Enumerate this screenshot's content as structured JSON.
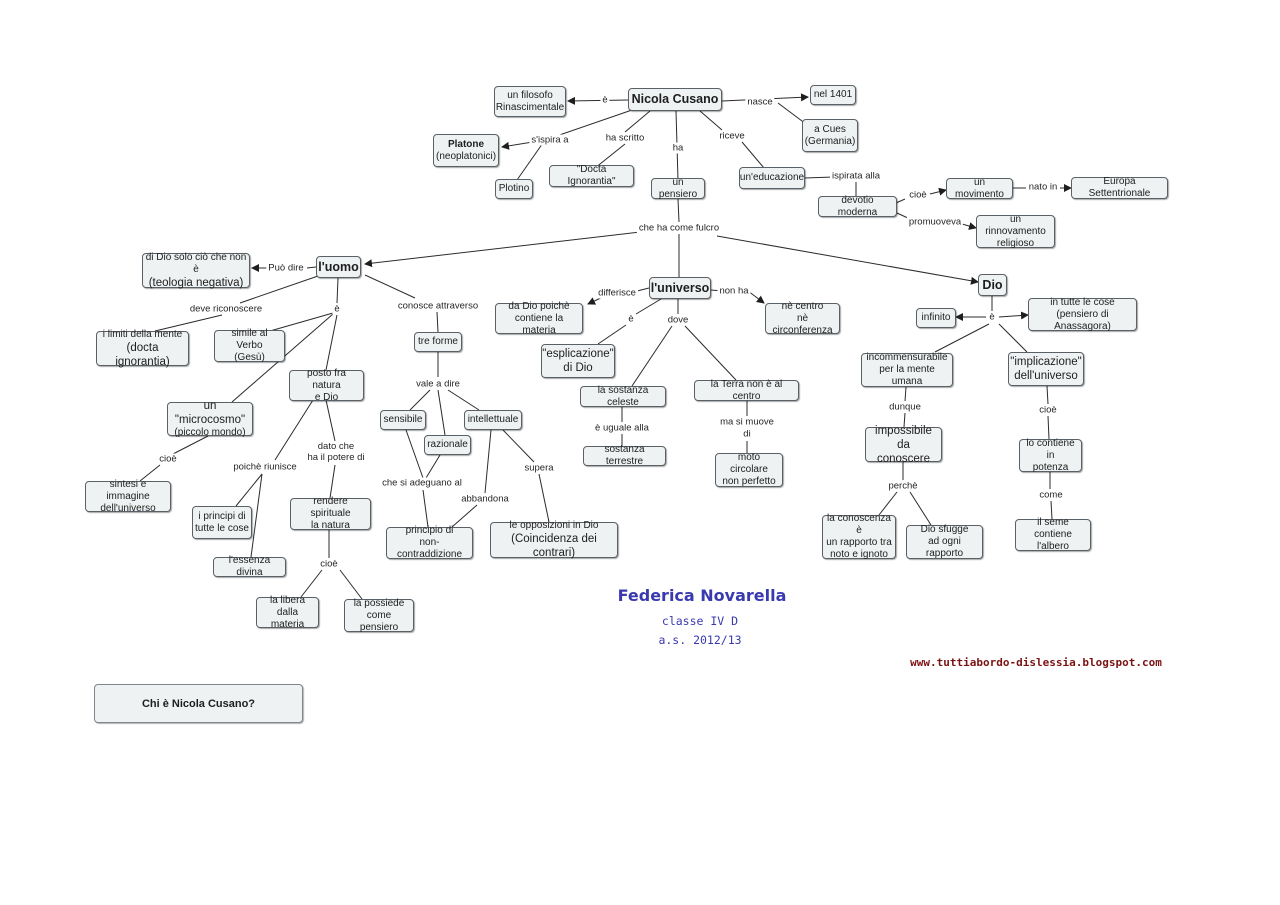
{
  "nodes": {
    "cusano": "Nicola Cusano",
    "filosofo": "un filosofo\nRinascimentale",
    "nel1401": "nel 1401",
    "cues": "a Cues\n(Germania)",
    "platone": "Platone",
    "neoplatonici": "(neoplatonici)",
    "plotino": "Plotino",
    "docta": "\"Docta Ignorantia\"",
    "pensiero": "un pensiero",
    "educazione": "un'educazione",
    "devotio": "devotio moderna",
    "movimento": "un movimento",
    "europa": "Europa Settentrionale",
    "rinnovamento": "un rinnovamento\nreligioso",
    "uomo": "l'uomo",
    "universo": "l'universo",
    "dio": "Dio",
    "teologia_a": "di Dio solo ciò che non è",
    "teologia_b": "(teologia negativa)",
    "limiti_a": "i limiti della mente",
    "limiti_b": "(docta ignorantia)",
    "verbo": "simile al Verbo\n(Gesù)",
    "microcosmo_a": "un \"microcosmo\"",
    "microcosmo_b": "(piccolo mondo)",
    "sintesi": "sintesi e immagine\ndell'universo",
    "posto": "posto fra natura\ne Dio",
    "principi": "i principi di\ntutte le cose",
    "essenza": "l'essenza divina",
    "rendere": "rendere spirituale\nla natura",
    "libera": "la libera\ndalla materia",
    "possiede": "la possiede\ncome pensiero",
    "tre_forme": "tre forme",
    "sensibile": "sensibile",
    "razionale": "razionale",
    "intellettuale": "intellettuale",
    "non_contraddizione": "principio di\nnon-contraddizione",
    "opposizioni_a": "le opposizioni in Dio",
    "opposizioni_b": "(Coincidenza dei contrari)",
    "da_dio": "da Dio poichè\ncontiene la materia",
    "esplicazione_a": "\"esplicazione\"",
    "esplicazione_b": "di Dio",
    "centro": "nè centro\nnè circonferenza",
    "sostanza_celeste": "la sostanza celeste",
    "sostanza_terrestre": "sostanza terrestre",
    "terra": "la Terra non è al centro",
    "moto": "moto circolare\nnon perfetto",
    "infinito": "infinito",
    "tutte_cose": "in tutte le cose\n(pensiero di Anassagora)",
    "incommensurabile": "incommensurabile\nper la mente umana",
    "implicazione_a": "\"implicazione\"",
    "implicazione_b": "dell'universo",
    "impossibile": "impossibile da\nconoscere",
    "contiene": "lo contiene in\npotenza",
    "conoscenza": "la conoscenza è\nun rapporto tra\nnoto e ignoto",
    "sfugge": "Dio sfugge\nad ogni rapporto",
    "seme": "il seme\ncontiene l'albero"
  },
  "links": {
    "e1": "è",
    "nasce": "nasce",
    "ispira": "s'ispira a",
    "ha_scritto": "ha scritto",
    "ha": "ha",
    "riceve": "riceve",
    "ispirata": "ispirata alla",
    "cioe1": "cioè",
    "nato_in": "nato in",
    "promuoveva": "promuoveva",
    "fulcro": "che ha come fulcro",
    "puo_dire": "Può dire",
    "deve": "deve riconoscere",
    "e2": "è",
    "conosce": "conosce attraverso",
    "cioe2": "cioè",
    "poiche": "poichè riunisce",
    "dato": "dato che\nha il potere di",
    "cioe3": "cioè",
    "vale": "vale a dire",
    "adeguano": "che si adeguano al",
    "abbandona": "abbandona",
    "supera": "supera",
    "differisce": "differisce",
    "e3": "è",
    "non_ha": "non ha",
    "dove": "dove",
    "uguale": "è uguale alla",
    "muove_a": "ma si muove",
    "muove_b": "di",
    "e4": "è",
    "dunque": "dunque",
    "cioe4": "cioè",
    "perche": "perchè",
    "come": "come"
  },
  "footer": {
    "author": "Federica Novarella",
    "class": "classe IV D",
    "year": "a.s. 2012/13",
    "site": "www.tuttiabordo-dislessia.blogspot.com"
  },
  "question": "Chi è Nicola Cusano?"
}
